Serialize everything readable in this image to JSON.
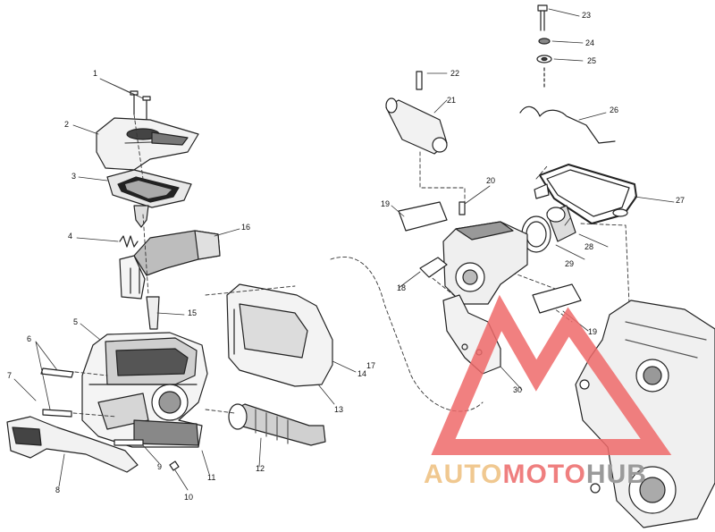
{
  "callouts": [
    "1",
    "2",
    "3",
    "4",
    "5",
    "6",
    "7",
    "8",
    "9",
    "10",
    "11",
    "12",
    "13",
    "14",
    "15",
    "16",
    "17",
    "18",
    "19",
    "19",
    "20",
    "21",
    "22",
    "23",
    "24",
    "25",
    "26",
    "27",
    "28",
    "29",
    "30"
  ],
  "watermark": {
    "part1": "AUTO",
    "part2": "MOTO",
    "part3": "HUB",
    "colors": {
      "orange": "#f0c890",
      "red": "#ef7f7f",
      "gray": "#9a9a9a",
      "triangle": "#ee6a6a"
    }
  }
}
